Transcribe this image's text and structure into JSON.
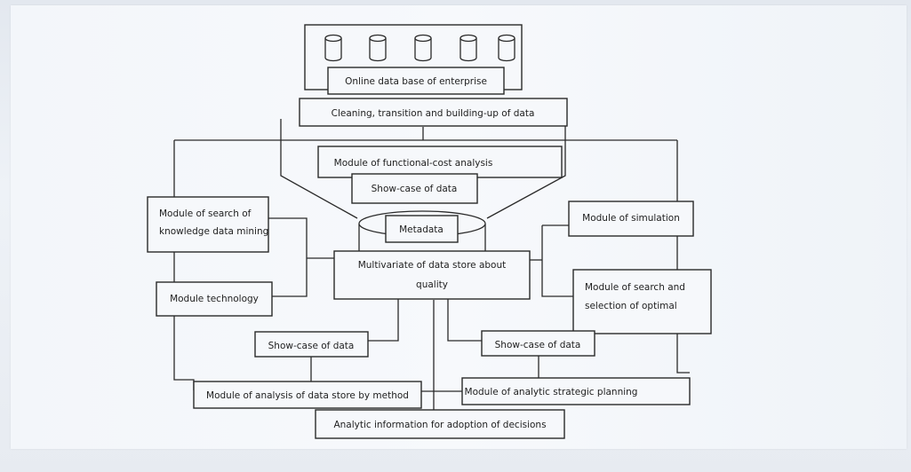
{
  "diagram": {
    "nodes": {
      "online_db": "Online data base of enterprise",
      "cleaning": "Cleaning, transition and building-up of data",
      "functional_cost": "Module of functional-cost analysis",
      "showcase_top": "Show-case of data",
      "search_knowledge_1": "Module of search of",
      "search_knowledge_2": "knowledge data mining",
      "metadata": "Metadata",
      "simulation": "Module of simulation",
      "multivariate_1": "Multivariate of data store about",
      "multivariate_2": "quality",
      "technology": "Module technology",
      "optimal_1": "Module of search and",
      "optimal_2": "selection of optimal",
      "showcase_left": "Show-case of data",
      "showcase_right": "Show-case of data",
      "analysis_method": "Module of analysis of data store by method",
      "strategic_planning": "Module of analytic strategic planning",
      "analytic_info": "Analytic information for adoption of decisions"
    }
  }
}
